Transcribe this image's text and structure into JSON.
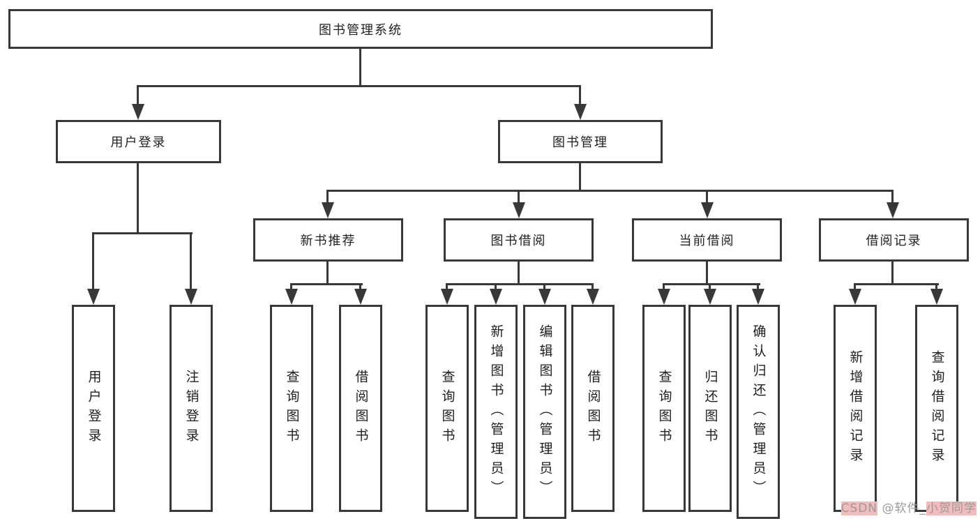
{
  "tree": {
    "root": {
      "label": "图书管理系统",
      "children": [
        {
          "label": "用户登录",
          "children": [
            {
              "label": "用户登录"
            },
            {
              "label": "注销登录"
            }
          ]
        },
        {
          "label": "图书管理",
          "children": [
            {
              "label": "新书推荐",
              "children": [
                {
                  "label": "查询图书"
                },
                {
                  "label": "借阅图书"
                }
              ]
            },
            {
              "label": "图书借阅",
              "children": [
                {
                  "label": "查询图书"
                },
                {
                  "label": "新增图书（管理员）"
                },
                {
                  "label": "编辑图书（管理员）"
                },
                {
                  "label": "借阅图书"
                }
              ]
            },
            {
              "label": "当前借阅",
              "children": [
                {
                  "label": "查询图书"
                },
                {
                  "label": "归还图书"
                },
                {
                  "label": "确认归还（管理员）"
                }
              ]
            },
            {
              "label": "借阅记录",
              "children": [
                {
                  "label": "新增借阅记录"
                },
                {
                  "label": "查询借阅记录"
                }
              ]
            }
          ]
        }
      ]
    }
  },
  "watermark": {
    "prefix": "CSDN",
    "middle": " @软件_",
    "suffix": "小贺同学"
  },
  "colors": {
    "line": "#383838",
    "text": "#1f1f1f",
    "watermark_text": "#9a9a9a",
    "watermark_highlight": "#f3bcbc"
  }
}
